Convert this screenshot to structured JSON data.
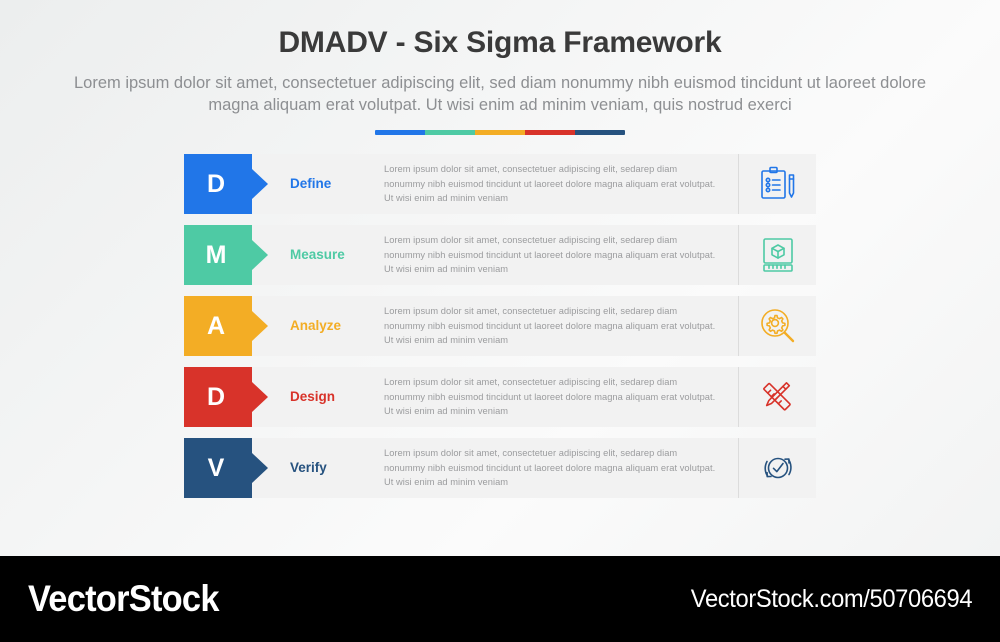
{
  "header": {
    "title": "DMADV - Six Sigma Framework",
    "subtitle": "Lorem ipsum dolor sit amet, consectetuer adipiscing elit, sed diam nonummy nibh euismod tincidunt ut laoreet dolore magna aliquam erat volutpat. Ut wisi enim ad minim veniam, quis nostrud exerci",
    "accent_colors": [
      "#2176e8",
      "#4ecaa4",
      "#f3ad25",
      "#d8332a",
      "#26527f"
    ]
  },
  "rows": [
    {
      "letter": "D",
      "label": "Define",
      "description": "Lorem ipsum dolor sit amet, consectetuer adipiscing elit, sedarep diam nonummy nibh euismod tincidunt ut laoreet dolore magna aliquam erat volutpat. Ut wisi enim ad minim veniam",
      "color": "#2176e8",
      "icon": "clipboard-pencil-icon"
    },
    {
      "letter": "M",
      "label": "Measure",
      "description": "Lorem ipsum dolor sit amet, consectetuer adipiscing elit, sedarep diam nonummy nibh euismod tincidunt ut laoreet dolore magna aliquam erat volutpat. Ut wisi enim ad minim veniam",
      "color": "#4ecaa4",
      "icon": "box-ruler-icon"
    },
    {
      "letter": "A",
      "label": "Analyze",
      "description": "Lorem ipsum dolor sit amet, consectetuer adipiscing elit, sedarep diam nonummy nibh euismod tincidunt ut laoreet dolore magna aliquam erat volutpat. Ut wisi enim ad minim veniam",
      "color": "#f3ad25",
      "icon": "magnifier-gear-icon"
    },
    {
      "letter": "D",
      "label": "Design",
      "description": "Lorem ipsum dolor sit amet, consectetuer adipiscing elit, sedarep diam nonummy nibh euismod tincidunt ut laoreet dolore magna aliquam erat volutpat. Ut wisi enim ad minim veniam",
      "color": "#d8332a",
      "icon": "pencil-ruler-cross-icon"
    },
    {
      "letter": "V",
      "label": "Verify",
      "description": "Lorem ipsum dolor sit amet, consectetuer adipiscing elit, sedarep diam nonummy nibh euismod tincidunt ut laoreet dolore magna aliquam erat volutpat. Ut wisi enim ad minim veniam",
      "color": "#26527f",
      "icon": "check-refresh-icon"
    }
  ],
  "watermark": {
    "brand": "VectorStock",
    "url": "VectorStock.com/50706694"
  }
}
